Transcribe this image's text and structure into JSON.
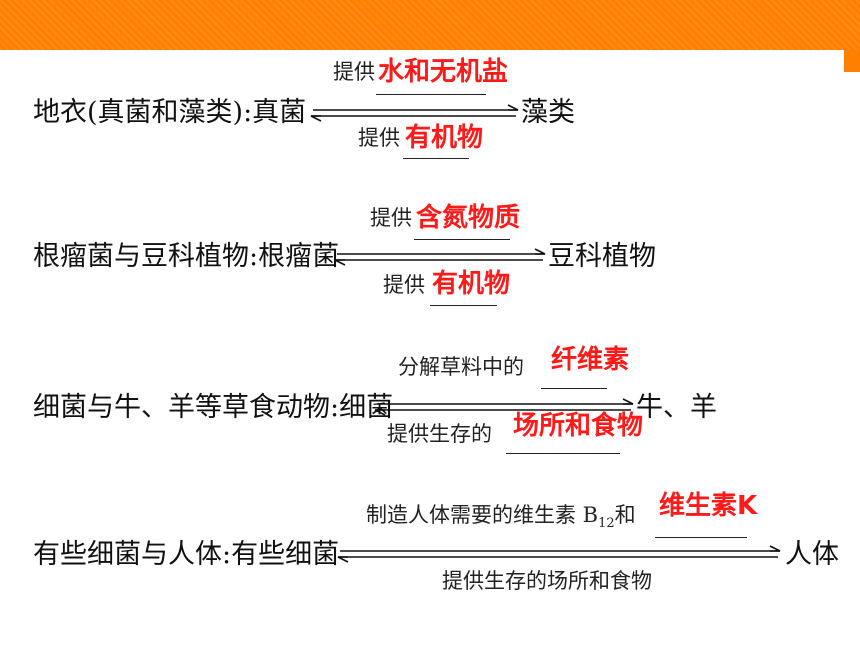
{
  "colors": {
    "bar": "#ff7f00",
    "answer": "#ff1a1a",
    "text": "#111111"
  },
  "rows": [
    {
      "left": "地衣(真菌和藻类):真菌",
      "right": "藻类",
      "top_prefix": "提供",
      "top_answer": "水和无机盐",
      "bottom_prefix": "提供",
      "bottom_answer": "有机物"
    },
    {
      "left": "根瘤菌与豆科植物:根瘤菌",
      "right": "豆科植物",
      "top_prefix": "提供",
      "top_answer": "含氮物质",
      "bottom_prefix": "提供",
      "bottom_answer": "有机物"
    },
    {
      "left": "细菌与牛、羊等草食动物:细菌",
      "right": "牛、羊",
      "top_prefix": "分解草料中的",
      "top_answer": "纤维素",
      "bottom_prefix": "提供生存的",
      "bottom_answer": "场所和食物"
    },
    {
      "left": "有些细菌与人体:有些细菌",
      "right": "人体",
      "top_prefix": "制造人体需要的维生素 B",
      "top_sub": "12",
      "top_suffix": "和",
      "top_answer": "维生素K",
      "bottom_text": "提供生存的场所和食物"
    }
  ]
}
